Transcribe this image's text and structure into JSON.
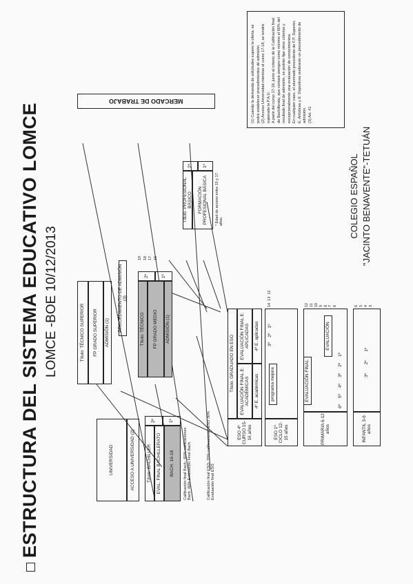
{
  "document": {
    "title": "ESTRUCTURA DEL SISTEMA EDUCATIVO LOMCE",
    "subtitle": "LOMCE -BOE 10/12/2013",
    "school": [
      "COLEGIO ESPAÑOL",
      "\"JACINTO BENAVENTE\"-TETUÁN"
    ]
  },
  "boxes": {
    "mercado": "MERCADO DE TRABAJO",
    "universidad": "UNIVERSIDAD",
    "acceso_univ": "ACCESO A UNIVERSIDAD (2)",
    "titulo_bach": "Título: BACHILLER",
    "eval_bach": "EVAL. FINAL BACHILLERATO",
    "bach": "BACH. 16-18",
    "bach_1": "1º",
    "bach_2": "2º",
    "titulo_sup": "Título: TÉCNICO SUPERIOR",
    "fp_sup": "FP GRADO SUPERIOR",
    "admision_sup": "ADMISIÓN (1)",
    "proc_admision": "PROCEDIMIENTO DE ADMISIÓN (3)",
    "titulo_tec": "Título: TÉCNICO",
    "fp_medio": "FP GRADO MEDIO",
    "admision_med": "ADMISIÓN (1)",
    "fp_med_1": "1º",
    "fp_med_2": "2º",
    "titulo_prof": "Título: PROFESIONAL BÁSICO",
    "fp_basica": "FORMACIÓN PROFESIONAL BÁSICA",
    "fpb_1": "1º",
    "fpb_2": "2º",
    "acceso_fpb": "* Edad de acceso entre 15 y 17 años.",
    "titulo_eso": "Título: GRADUADO EN ESO",
    "eval_eso": "EVALUACIÓN FINAL E. ACADÉMICAS",
    "eval_eso_ap": "EVALUACIÓN FINAL E. APLICADAS",
    "eso_ac": "4º E. académicas",
    "eso_ap": "4º E. aplicadas",
    "eso_2ciclo": "ESO 4º CURSO 15-16 años",
    "eso_1ciclo": "ESO 1º CICLO 12-15 años",
    "prog_mejora": "programa mejora",
    "eval_final_prim": "EVALUACIÓN FINAL",
    "evaluacion": "EVALUACIÓN",
    "primaria": "PRIMARIA 6-12 años",
    "infantil": "INFANTIL 3-6 años"
  },
  "side_notes": {
    "calif_bach": "Calificación final Bach.: 60% calificaciones Bach. 40% Evaluación Final Bach.",
    "calif_eso": "Calificación final ESO: 70% calificaciones ESO 30% Evaluación final ESO"
  },
  "notes": [
    "(1) Cuando la demanda de solicitudes supere la oferta, se podrá establecer procedimientos de admisión.",
    "(2) Acceso Universidad mientras el curso 17-18, se tendrá superada la P.A.U.",
    "A partir del curso 17-18, junto al criterio de la Calificación final de Bachillerato, que contará siempre como mínimo el 60% del resultado final de admisión, se podrán fijar otros criterios y excepcionalmente una evaluación de conocimientos.",
    "En cualquier caso, el alumnado procedente de F.P. Superior, E. Artísticas y E. Deportivas realizarán un procedimiento de admisión.",
    "(3) Art. 41"
  ],
  "ages": [
    "18",
    "17",
    "16",
    "15",
    "14",
    "13",
    "12",
    "11",
    "10",
    "9",
    "8",
    "7",
    "6",
    "5",
    "4",
    "3"
  ],
  "ages_primaria": [
    "12",
    "11",
    "10",
    "9",
    "8",
    "7",
    "6"
  ],
  "ages_infantil": [
    "6",
    "5",
    "4",
    "3"
  ],
  "courses": [
    "1º",
    "2º",
    "3º",
    "4º",
    "5º",
    "6º"
  ],
  "courses_eso": [
    "1º",
    "2º",
    "3º"
  ],
  "courses_inf": [
    "1º",
    "2º",
    "3º"
  ],
  "ages_eso": [
    "12",
    "13",
    "14"
  ],
  "ages_fp": [
    "16",
    "17",
    "18",
    "19"
  ]
}
